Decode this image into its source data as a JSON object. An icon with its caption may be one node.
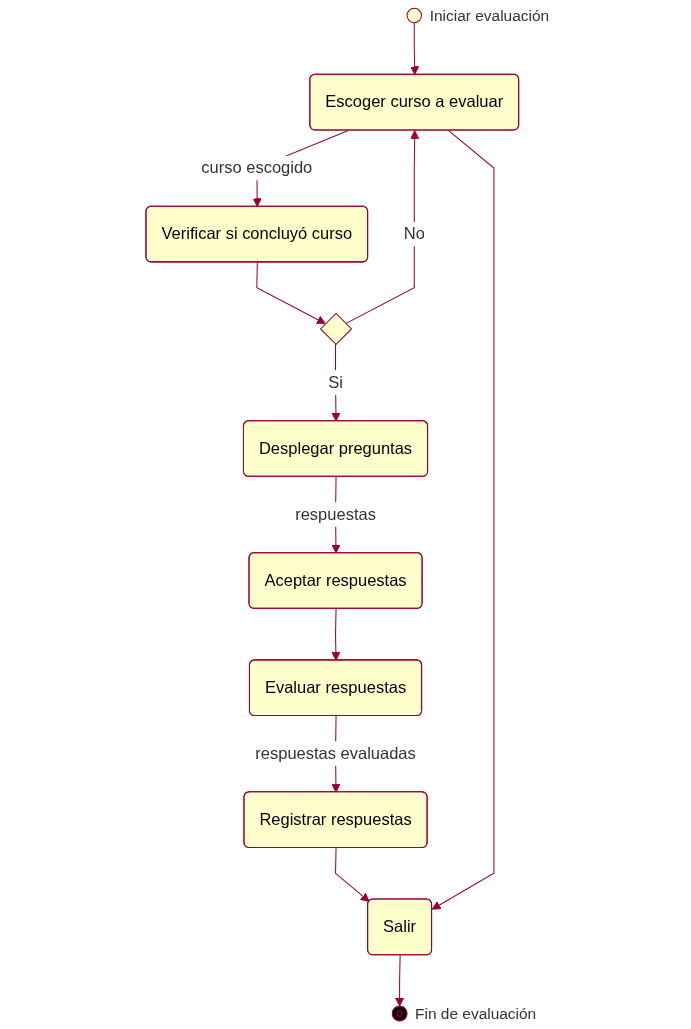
{
  "diagram": {
    "nodes": [
      {
        "text": [],
        "shape": "circle",
        "beside": [
          "Iniciar evaluación"
        ]
      },
      {
        "text": [
          "Escoger curso a evaluar"
        ]
      },
      {
        "text": [
          "Verificar si concluyó curso"
        ]
      },
      {
        "text": [],
        "shape": "diamond"
      },
      {
        "text": [
          "Desplegar preguntas"
        ]
      },
      {
        "text": [
          "Aceptar respuestas"
        ]
      },
      {
        "text": [
          "Evaluar respuestas"
        ]
      },
      {
        "text": [
          "Registrar respuestas"
        ]
      },
      {
        "text": [
          "Salir"
        ]
      },
      {
        "text": [],
        "shape": "circle",
        "beside": [
          "Fin de evaluación"
        ]
      }
    ],
    "edges": [
      {
        "from": 0,
        "to": 1,
        "arrow": "to"
      },
      {
        "from": 1,
        "to": 2,
        "arrow": "to",
        "label": "curso escogido"
      },
      {
        "from": 2,
        "to": 3,
        "arrow": "to"
      },
      {
        "from": 3,
        "to": 1,
        "arrow": "to",
        "label": "No"
      },
      {
        "from": 3,
        "to": 4,
        "arrow": "to",
        "label": "Si"
      },
      {
        "from": 4,
        "to": 5,
        "arrow": "to",
        "label": "respuestas"
      },
      {
        "from": 5,
        "to": 6,
        "arrow": "to"
      },
      {
        "from": 6,
        "to": 7,
        "arrow": "to",
        "label": "respuestas evaluadas"
      },
      {
        "from": 7,
        "to": 8,
        "arrow": "to"
      },
      {
        "from": 1,
        "to": 8,
        "arrow": "to"
      },
      {
        "from": 8,
        "to": 9,
        "arrow": "to"
      }
    ]
  }
}
